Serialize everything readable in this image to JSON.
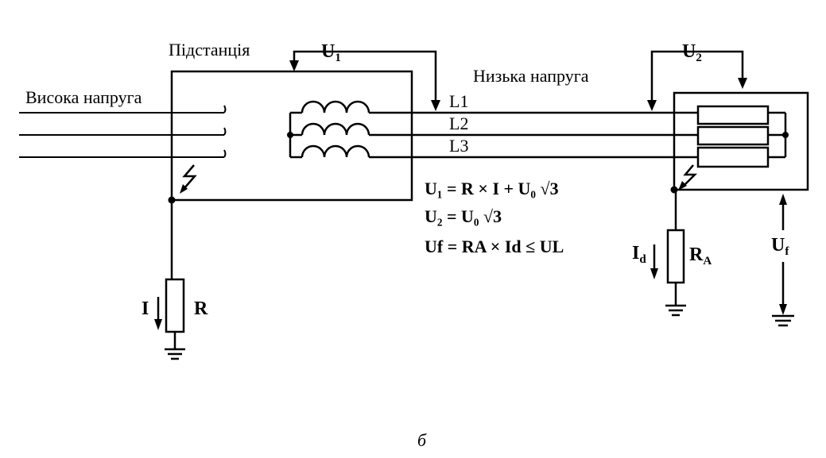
{
  "labels": {
    "substation": "Підстанція",
    "high_voltage": "Висока напруга",
    "low_voltage": "Низька напруга",
    "L1": "L1",
    "L2": "L2",
    "L3": "L3",
    "U1": {
      "base": "U",
      "sub": "1"
    },
    "U2": {
      "base": "U",
      "sub": "2"
    },
    "Uf": {
      "base": "U",
      "sub": "f"
    },
    "I": "I",
    "R": "R",
    "Id": {
      "base": "I",
      "sub": "d"
    },
    "RA": {
      "base": "R",
      "sub": "A"
    },
    "caption": "б"
  },
  "equations": [
    "U₁ = R × I + U₀ √3",
    "U₂ = U₀ √3",
    "Uf = RA × Id ≤ UL"
  ]
}
